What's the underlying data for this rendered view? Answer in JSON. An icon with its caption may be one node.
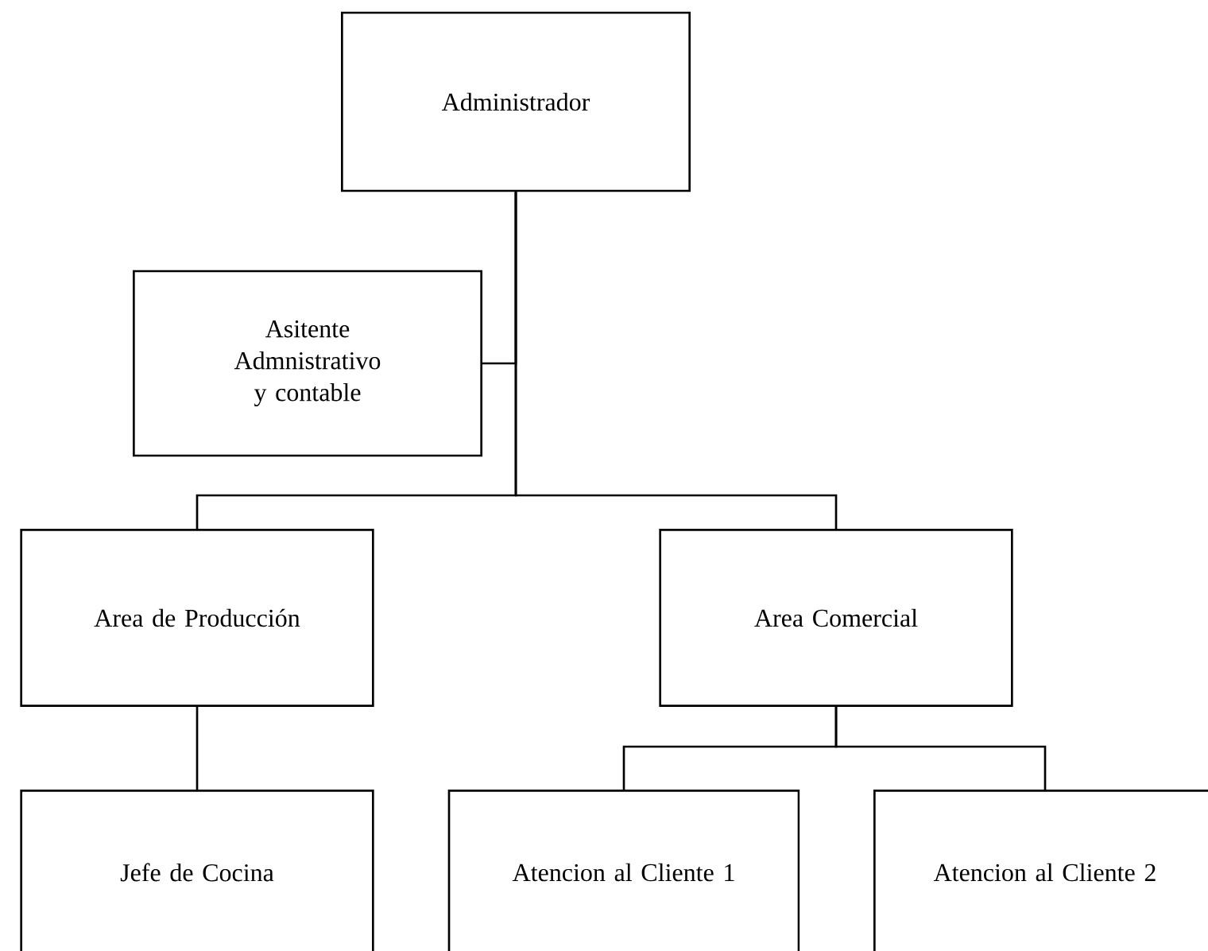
{
  "diagram": {
    "nodes": [
      {
        "text": [
          "Administrador"
        ]
      },
      {
        "text": [
          "Asitente Admnistrativo y contable"
        ]
      },
      {
        "text": [
          "Area de Producción"
        ]
      },
      {
        "text": [
          "Area Comercial"
        ]
      },
      {
        "text": [
          "Jefe de Cocina"
        ]
      },
      {
        "text": [
          "Atencion al Cliente 1"
        ]
      },
      {
        "text": [
          "Atencion al Cliente 2"
        ]
      }
    ],
    "edges": [
      {
        "from": 0,
        "to": 1,
        "arrow": "none"
      },
      {
        "from": 0,
        "to": 2,
        "arrow": "none"
      },
      {
        "from": 0,
        "to": 3,
        "arrow": "none"
      },
      {
        "from": 2,
        "to": 4,
        "arrow": "none"
      },
      {
        "from": 3,
        "to": 5,
        "arrow": "none"
      },
      {
        "from": 3,
        "to": 6,
        "arrow": "none"
      }
    ]
  }
}
